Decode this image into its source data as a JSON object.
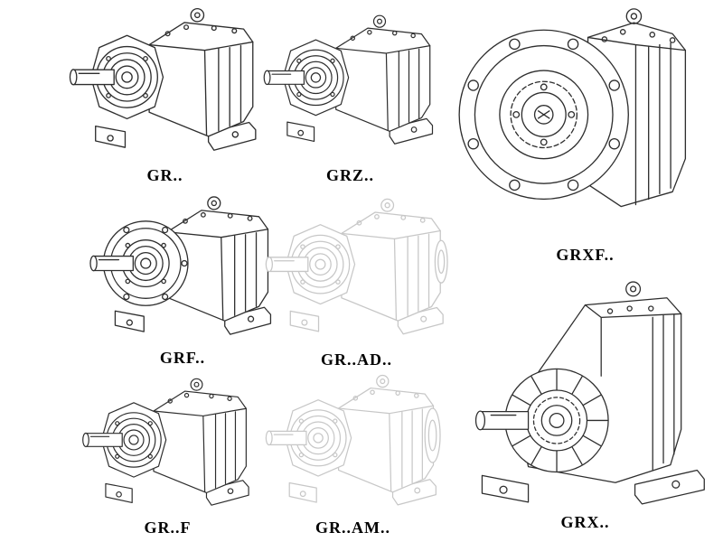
{
  "page": {
    "background_color": "#ffffff",
    "line_color": "#2e2e2e",
    "ghost_line_color": "#c7c7c7",
    "label_color": "#000000"
  },
  "catalog": {
    "items": [
      {
        "id": "gr",
        "label": "GR..",
        "style": "solid"
      },
      {
        "id": "grz",
        "label": "GRZ..",
        "style": "solid"
      },
      {
        "id": "grxf",
        "label": "GRXF..",
        "style": "solid"
      },
      {
        "id": "grf",
        "label": "GRF..",
        "style": "solid"
      },
      {
        "id": "gr-ad",
        "label": "GR..AD..",
        "style": "ghost"
      },
      {
        "id": "grx",
        "label": "GRX..",
        "style": "solid"
      },
      {
        "id": "gr-f",
        "label": "GR..F",
        "style": "solid"
      },
      {
        "id": "gr-am",
        "label": "GR..AM..",
        "style": "ghost"
      }
    ]
  }
}
